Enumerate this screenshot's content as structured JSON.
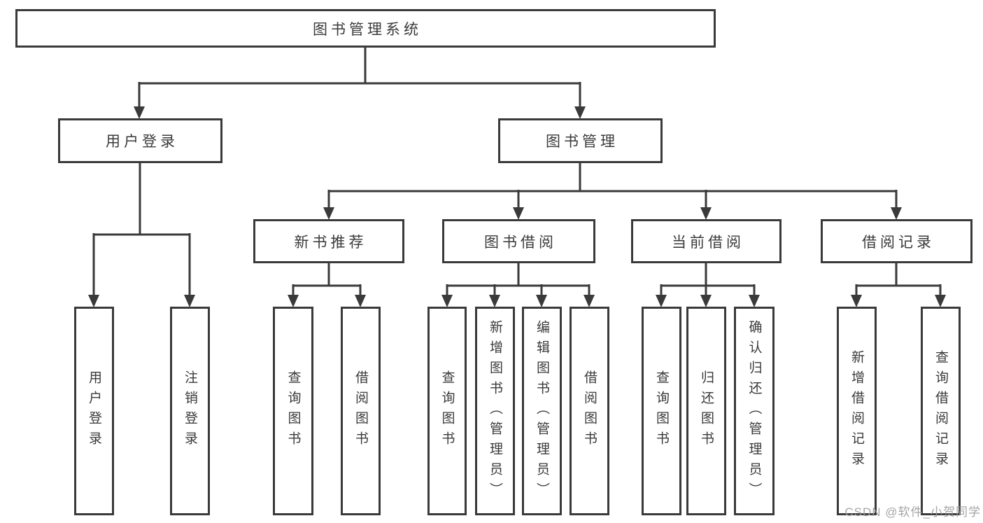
{
  "tree": {
    "root": "图书管理系统",
    "children": [
      {
        "label": "用户登录",
        "children": [
          "用户登录",
          "注销登录"
        ]
      },
      {
        "label": "图书管理",
        "children": [
          {
            "label": "新书推荐",
            "children": [
              "查询图书",
              "借阅图书"
            ]
          },
          {
            "label": "图书借阅",
            "children": [
              "查询图书",
              "新增图书（管理员）",
              "编辑图书（管理员）",
              "借阅图书"
            ]
          },
          {
            "label": "当前借阅",
            "children": [
              "查询图书",
              "归还图书",
              "确认归还（管理员）"
            ]
          },
          {
            "label": "借阅记录",
            "children": [
              "新增借阅记录",
              "查询借阅记录"
            ]
          }
        ]
      }
    ]
  },
  "watermark": {
    "text": "CSDN @软件_小贺同学"
  },
  "colors": {
    "line": "#3a3a3a",
    "box_border": "#3a3a3a",
    "box_fill": "#ffffff",
    "text": "#3a3a3a",
    "watermark": "#9e9e9e",
    "background": "#ffffff"
  }
}
